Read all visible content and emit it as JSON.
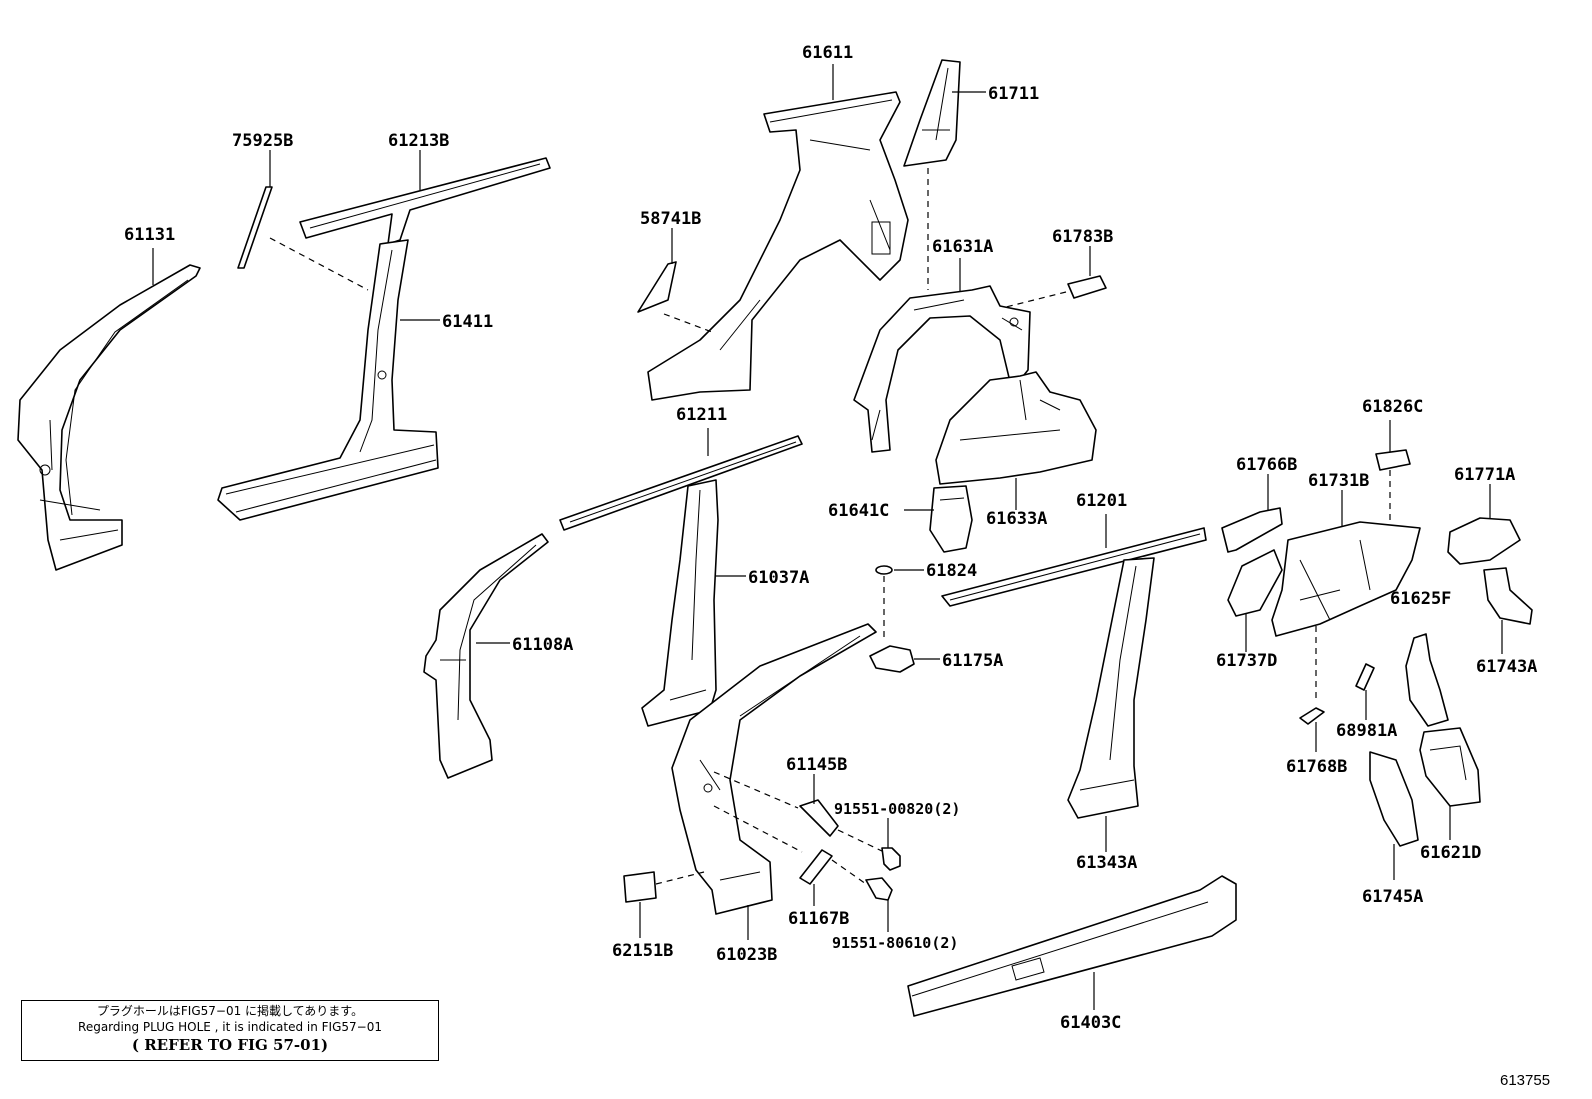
{
  "labels": {
    "p61611": "61611",
    "p61711": "61711",
    "p75925B": "75925B",
    "p61213B": "61213B",
    "p61131": "61131",
    "p58741B": "58741B",
    "p61631A": "61631A",
    "p61783B": "61783B",
    "p61411": "61411",
    "p61211": "61211",
    "p61826C": "61826C",
    "p61766B": "61766B",
    "p61731B": "61731B",
    "p61771A": "61771A",
    "p61201": "61201",
    "p61641C": "61641C",
    "p61633A": "61633A",
    "p61037A": "61037A",
    "p61824": "61824",
    "p61625F": "61625F",
    "p61108A": "61108A",
    "p61175A": "61175A",
    "p61737D": "61737D",
    "p61743A": "61743A",
    "p68981A": "68981A",
    "p61768B": "61768B",
    "p61145B": "61145B",
    "p91551_00820": "91551-00820(2)",
    "p61343A": "61343A",
    "p61621D": "61621D",
    "p61167B": "61167B",
    "p61745A": "61745A",
    "p62151B": "62151B",
    "p61023B": "61023B",
    "p91551_80610": "91551-80610(2)",
    "p61403C": "61403C"
  },
  "note": {
    "line1": "プラグホールはFIG57−01 に掲載してあります。",
    "line2": "Regarding PLUG HOLE , it is indicated in FIG57−01",
    "line3": "( REFER TO FIG 57-01)"
  },
  "figure_code": "613755"
}
